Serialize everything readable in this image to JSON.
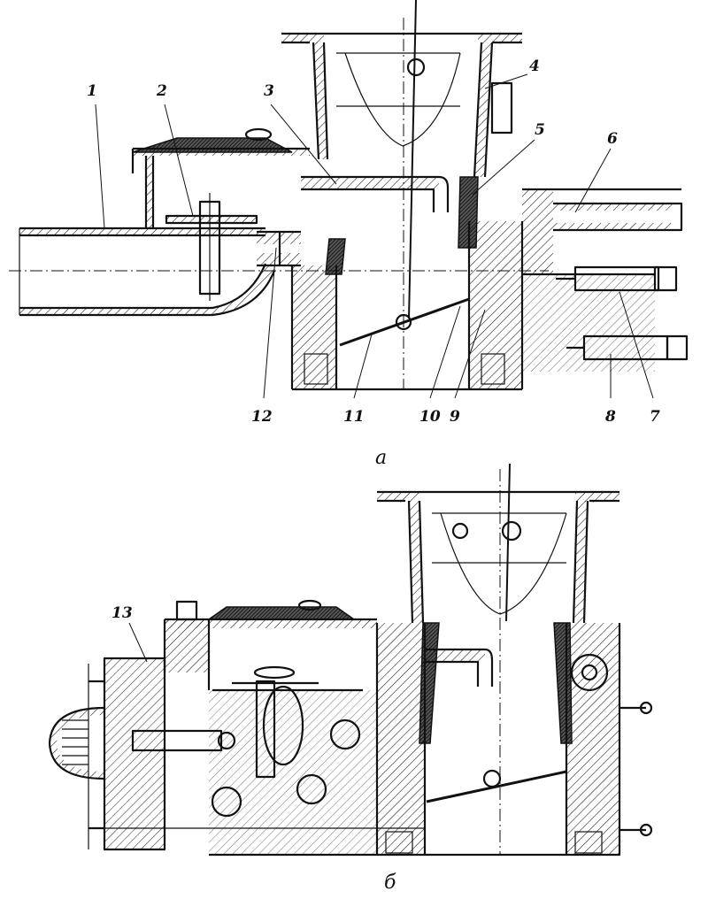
{
  "diagram": {
    "view_a": {
      "caption": "а",
      "callouts": [
        "1",
        "2",
        "3",
        "4",
        "5",
        "6",
        "7",
        "8",
        "9",
        "10",
        "11",
        "12"
      ]
    },
    "view_b": {
      "caption": "б",
      "callouts": [
        "13"
      ]
    }
  },
  "colors": {
    "ink": "#111111",
    "paper": "#ffffff"
  }
}
